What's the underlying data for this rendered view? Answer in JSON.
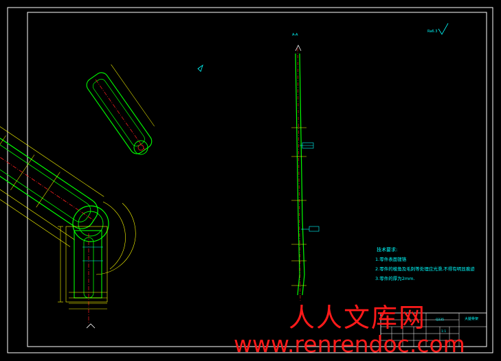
{
  "drawing": {
    "section_label": "A-A",
    "surface_finish": "Ra6.3",
    "tech_requirements": {
      "title": "技术要求:",
      "items": [
        "1.零件表面镀铬",
        "2.零件的棱角及毛刺等处理应光滑,不得有明显痕迹",
        "3.零件的厚为2mm."
      ]
    },
    "title_block": {
      "part_name": "大腿骨架",
      "scale": "1:1",
      "material": "Q235"
    }
  },
  "watermark": {
    "line1": "人人文库网",
    "line2": "www.renrendoc.com"
  },
  "colors": {
    "background": "#000000",
    "border": "#ffffff",
    "outline": "#00ff00",
    "dimension": "#ffff00",
    "text": "#00ffff",
    "centerline": "#ff2020",
    "watermark": "#ff1a1a"
  }
}
